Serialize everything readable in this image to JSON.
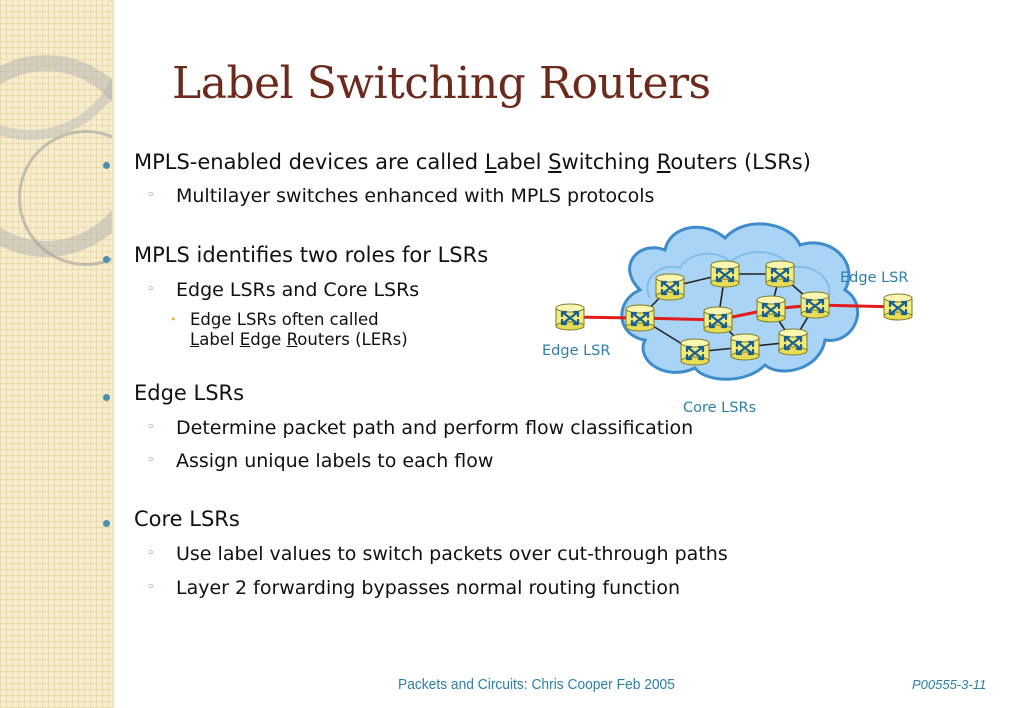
{
  "slide": {
    "title": "Label Switching Routers",
    "bullets": [
      {
        "text_parts": [
          "MPLS-enabled devices are called ",
          "L",
          "abel ",
          "S",
          "witching ",
          "R",
          "outers (LSRs)"
        ],
        "sub": [
          "Multilayer switches enhanced with MPLS protocols"
        ]
      },
      {
        "text": "MPLS identifies two roles for LSRs",
        "sub": [
          "Edge LSRs and Core LSRs"
        ],
        "subsub": {
          "line1": "Edge LSRs often called",
          "line2_parts": [
            "L",
            "abel ",
            "E",
            "dge ",
            "R",
            "outers (LERs)"
          ]
        }
      },
      {
        "text": "Edge LSRs",
        "sub": [
          "Determine packet path and perform flow classification",
          "Assign unique labels to each flow"
        ]
      },
      {
        "text": "Core LSRs",
        "sub": [
          "Use label values to switch packets over cut-through paths",
          "Layer 2 forwarding bypasses normal routing function"
        ]
      }
    ]
  },
  "diagram": {
    "edge_label_left": "Edge LSR",
    "edge_label_right": "Edge LSR",
    "core_label": "Core LSRs",
    "colors": {
      "cloud_fill": "#a9d4f5",
      "cloud_stroke": "#3e8ccc",
      "router_fill": "#f3ec7a",
      "path_color": "#e11b1b",
      "link_color": "#222222"
    }
  },
  "footer": {
    "text": "Packets and Circuits:  Chris Cooper  Feb 2005",
    "slide_id": "P00555-3-11"
  },
  "colors": {
    "title": "#6b2a1c",
    "accent": "#2d7fa8",
    "bullet": "#4a8fae",
    "sidebar": "#f6edcf"
  }
}
